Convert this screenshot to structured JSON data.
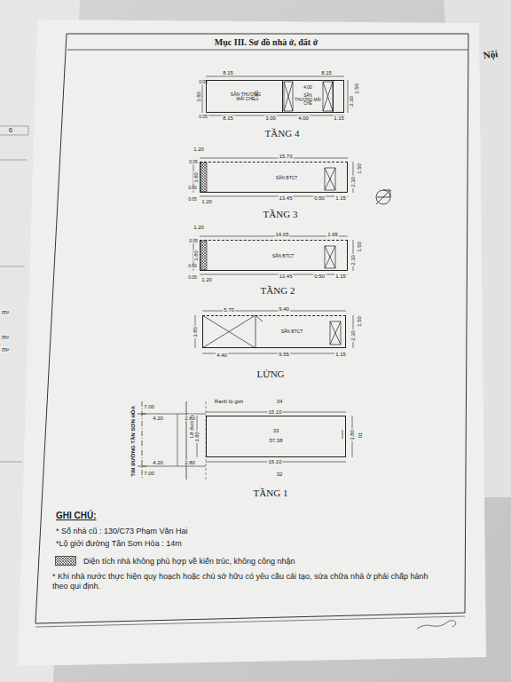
{
  "diagram": {
    "title": "Mục III. Sơ đồ nhà ở, đất ở",
    "nodes": [
      {
        "text": [
          "SÂN THƯỢNG MÁI CHE"
        ]
      },
      {
        "text": [
          "4.00",
          "SÂN THƯỢNG MÁI CHE"
        ],
        "in": 0
      },
      {
        "text": [
          "SÂN BTCT"
        ]
      },
      {
        "text": [
          "SÂN BTCT"
        ]
      },
      {
        "text": [
          "SÂN BTCT"
        ]
      },
      {
        "text": [
          "33",
          "57.38"
        ]
      }
    ],
    "labels": [
      "Nội",
      "6",
      "m²",
      "m²",
      "m²",
      "8.15",
      "8.15",
      "0.05",
      "3.80",
      "3.80",
      "1.50",
      "2.30",
      "0.05",
      "8.15",
      "3.00",
      "4.00",
      "1.15",
      "TẦNG 4",
      "1.20",
      "15.70",
      "0.05",
      "3.80",
      "0.60",
      "1.50",
      "2.30",
      "0.05",
      "1.20",
      "13.45",
      "0.50",
      "1.15",
      "TẦNG 3",
      "1.20",
      "14.05",
      "1.65",
      "0.05",
      "3.80",
      "0.60",
      "1.50",
      "2.30",
      "0.05",
      "1.20",
      "13.45",
      "0.50",
      "1.15",
      "TẦNG 2",
      "5.70",
      "9.40",
      "3.80",
      "1.50",
      "2.30",
      "4.40",
      "9.55",
      "1.15",
      "LỬNG",
      "TIM ĐƯỜNG TÂN SƠN HÒA",
      "Lề đường",
      "7.00",
      "4.20",
      "2.80",
      "Ranh lộ giới",
      "34",
      "15.10",
      "3.80",
      "3.80",
      "01",
      "4.20",
      "2.80",
      "7.00",
      "15.10",
      "32",
      "TẦNG 1",
      "GHI CHÚ:",
      "* Số nhà cũ : 130/C73 Phạm Văn Hai",
      "*Lộ giới đường Tân Sơn Hòa : 14m",
      "* Khi nhà nước thực hiện quy hoạch hoặc chủ sở hữu có yêu cầu cải tạo, sửa chữa nhà ở phải chấp hành theo qui định."
    ],
    "legend": [
      {
        "text": "Diện tích nhà không phù hợp về kiến trúc, không công nhận"
      }
    ]
  }
}
